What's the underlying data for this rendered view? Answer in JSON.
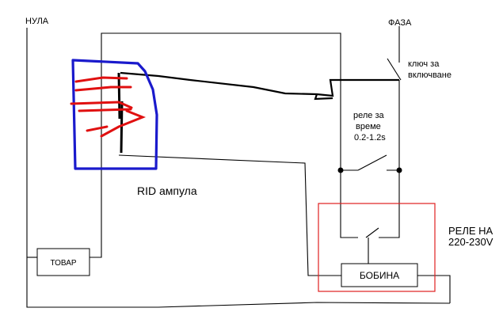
{
  "labels": {
    "neutral": "НУЛА",
    "phase": "ФАЗА",
    "switch_line1": "ключ за",
    "switch_line2": "включване",
    "timer_line1": "реле за",
    "timer_line2": "време",
    "timer_line3": "0.2-1.2s",
    "reed_bulb": "RID ампула",
    "relay_line1": "РЕЛЕ НА",
    "relay_line2": "220-230V",
    "load_box": "ТОВАР",
    "coil_box": "БОБИНА"
  },
  "colors": {
    "wire": "#000000",
    "reed_outline": "#1a1acc",
    "reed_marks": "#e01010",
    "relay_box": "#e02020"
  }
}
